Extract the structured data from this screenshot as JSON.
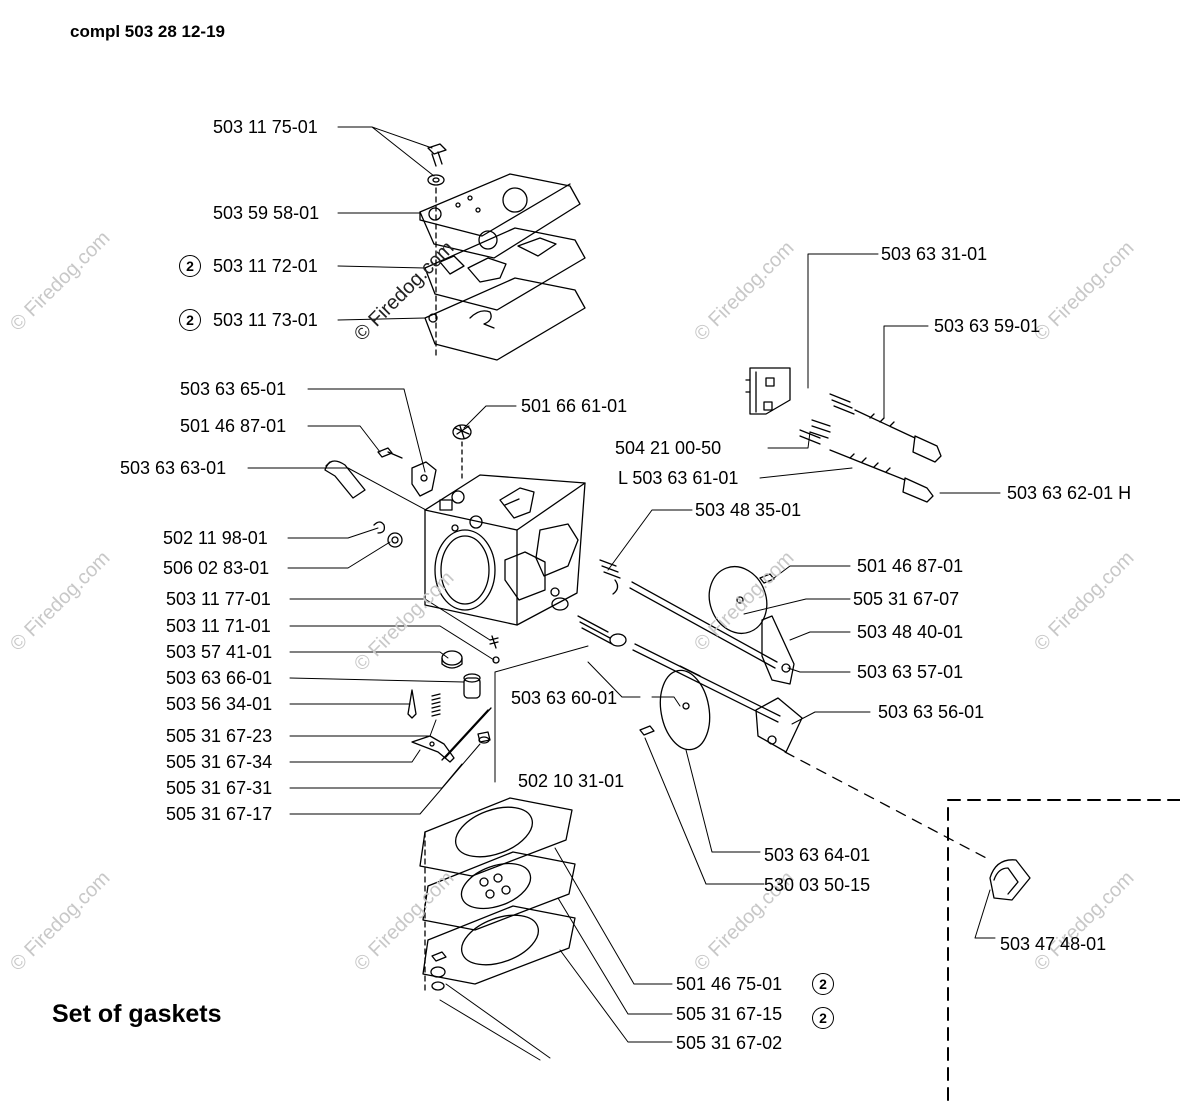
{
  "title": "compl 503 28 12-19",
  "section_label": "Set of gaskets",
  "watermark": "© Firedog.com",
  "kit_marker": "2",
  "parts": [
    "503 11 75-01",
    "503 59 58-01",
    "503 11 72-01",
    "503 11 73-01",
    "503 63 65-01",
    "501 46 87-01",
    "501 66 61-01",
    "503 63 63-01",
    "502 11 98-01",
    "506 02 83-01",
    "503 11 77-01",
    "503 11 71-01",
    "503 57 41-01",
    "503 63 66-01",
    "503 56 34-01",
    "505 31 67-23",
    "505 31 67-34",
    "505 31 67-31",
    "505 31 67-17",
    "503 63 31-01",
    "503 63 59-01",
    "504 21 00-50",
    "L 503 63 61-01",
    "503 63 62-01 H",
    "503 48 35-01",
    "501 46 87-01",
    "505 31 67-07",
    "503 48 40-01",
    "503 63 57-01",
    "503 63 60-01",
    "503 63 56-01",
    "502 10 31-01",
    "503 63 64-01",
    "530 03 50-15",
    "503 47 48-01",
    "501 46 75-01",
    "505 31 67-15",
    "505 31 67-02"
  ]
}
